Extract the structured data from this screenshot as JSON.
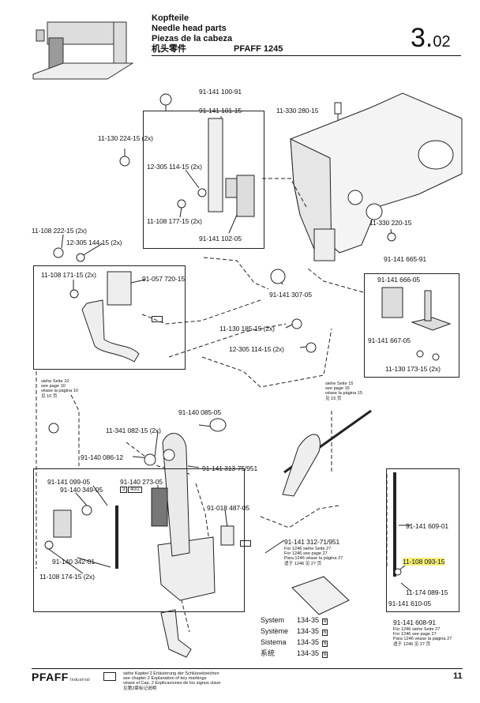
{
  "header": {
    "title_de": "Kopfteile",
    "title_en": "Needle head parts",
    "title_es": "Piezas de la cabeza",
    "title_zh": "机头零件",
    "model": "PFAFF 1245",
    "page_big": "3.",
    "page_small": "02"
  },
  "parts": {
    "p1": "91-141 100-91",
    "p2": "91-141 101-15",
    "p3": "11-330 280-15",
    "p4": "11-130 224-15 (2x)",
    "p5": "12-305 114-15 (2x)",
    "p6": "11-108 177-15 (2x)",
    "p7": "91-141 102-05",
    "p8": "11-330 220-15",
    "p9": "11-108 222-15 (2x)",
    "p10": "12-305 144-15 (2x)",
    "p11": "91-141 665-91",
    "p12": "11-108 171-15 (2x)",
    "p13": "91-057 720-15",
    "p14": "91-141 666-05",
    "p15": "91-141 307-05",
    "p16": "11-130 185-15 (2x)",
    "p17": "12-305 114-15 (2x)",
    "p18": "91-141 667-05",
    "p19": "11-130 173-15 (2x)",
    "p20": "91-140 085-05",
    "p21": "11-341 082-15 (2x)",
    "p22": "91-140 086-12",
    "p23": "91-141 313-75/951",
    "p24": "91-141 099-05",
    "p25": "91-140 273-05",
    "p26": "91-140 349-05",
    "p27": "91-018 487-05",
    "p28": "91-140 342-01",
    "p29": "11-108 174-15 (2x)",
    "p30": "91-141 312-71/951",
    "p31": "91-141 609-01",
    "p32": "11-108 093-15",
    "p33": "11-174 089-15",
    "p34": "91-141 610-05",
    "p35": "91-141 608-91",
    "small_a": "3",
    "small_b": "40/2"
  },
  "notes": {
    "see10": [
      "siehe Seite 10",
      "see page 10",
      "véase la página 10",
      "见 10 页"
    ],
    "see15": [
      "siehe Seite 15",
      "see page 15",
      "véase la página 15",
      "见 15 页"
    ],
    "for1246_a": [
      "Für 1246 siehe Seite 27",
      "For 1246 see page 27",
      "Para 1246 véase la página 27",
      "适于 1246 见 27 页"
    ],
    "for1246_b": [
      "Für 1246 siehe Seite 27",
      "For 1246 see page 27",
      "Para 1246 véase la página 27",
      "适于 1246 见 27 页"
    ]
  },
  "system": {
    "rows": [
      {
        "label": "System",
        "value": "134-35",
        "mark": "6"
      },
      {
        "label": "Système",
        "value": "134-35",
        "mark": "6"
      },
      {
        "label": "Sistema",
        "value": "134-35",
        "mark": "6"
      },
      {
        "label": "系统",
        "value": "134-35",
        "mark": "6"
      }
    ]
  },
  "footer": {
    "brand": "PFAFF",
    "brand_sub": "Industrial",
    "legend": [
      "siehe Kapitel 2 Erläuterung der Schlüsselzeichen",
      "see chapter 2 Explanation of key markings",
      "véase el Cap. 2 Explicaciones de los signos clave",
      "见第2章标记说明"
    ],
    "page_number": "11"
  },
  "colors": {
    "highlight": "#f6f07a",
    "line": "#222222"
  }
}
